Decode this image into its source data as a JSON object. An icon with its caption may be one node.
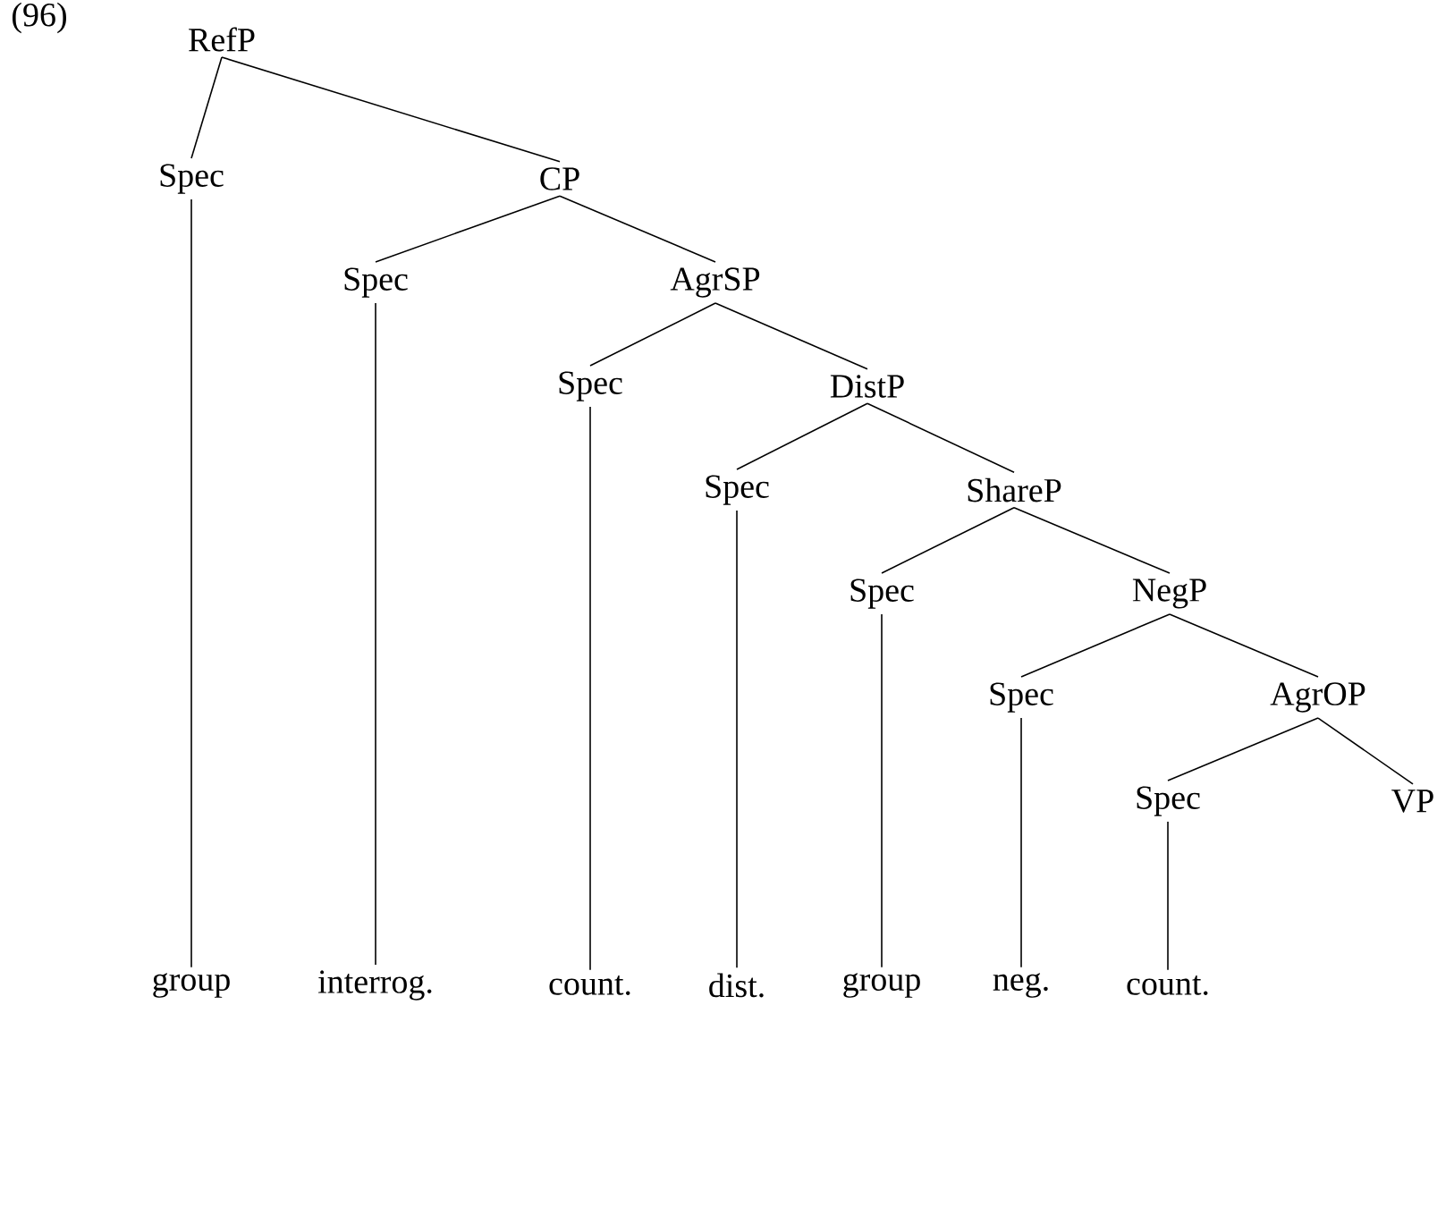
{
  "diagram": {
    "nodes": [
      {
        "text": [
          "RefP"
        ]
      },
      {
        "text": [
          "Spec"
        ]
      },
      {
        "text": [
          "CP"
        ]
      },
      {
        "text": [
          "Spec"
        ]
      },
      {
        "text": [
          "AgrSP"
        ]
      },
      {
        "text": [
          "Spec"
        ]
      },
      {
        "text": [
          "DistP"
        ]
      },
      {
        "text": [
          "Spec"
        ]
      },
      {
        "text": [
          "ShareP"
        ]
      },
      {
        "text": [
          "Spec"
        ]
      },
      {
        "text": [
          "NegP"
        ]
      },
      {
        "text": [
          "Spec"
        ]
      },
      {
        "text": [
          "AgrOP"
        ]
      },
      {
        "text": [
          "Spec"
        ]
      },
      {
        "text": [
          "VP"
        ]
      },
      {
        "text": [
          "group"
        ]
      },
      {
        "text": [
          "interrog."
        ]
      },
      {
        "text": [
          "count."
        ]
      },
      {
        "text": [
          "dist."
        ]
      },
      {
        "text": [
          "group"
        ]
      },
      {
        "text": [
          "neg."
        ]
      },
      {
        "text": [
          "count."
        ]
      }
    ],
    "edges": [
      {
        "from": 0,
        "to": 1,
        "arrow": "none"
      },
      {
        "from": 0,
        "to": 2,
        "arrow": "none"
      },
      {
        "from": 1,
        "to": 15,
        "arrow": "none"
      },
      {
        "from": 2,
        "to": 3,
        "arrow": "none"
      },
      {
        "from": 2,
        "to": 4,
        "arrow": "none"
      },
      {
        "from": 3,
        "to": 16,
        "arrow": "none"
      },
      {
        "from": 4,
        "to": 5,
        "arrow": "none"
      },
      {
        "from": 4,
        "to": 6,
        "arrow": "none"
      },
      {
        "from": 5,
        "to": 17,
        "arrow": "none"
      },
      {
        "from": 6,
        "to": 7,
        "arrow": "none"
      },
      {
        "from": 6,
        "to": 8,
        "arrow": "none"
      },
      {
        "from": 7,
        "to": 18,
        "arrow": "none"
      },
      {
        "from": 8,
        "to": 9,
        "arrow": "none"
      },
      {
        "from": 8,
        "to": 10,
        "arrow": "none"
      },
      {
        "from": 9,
        "to": 19,
        "arrow": "none"
      },
      {
        "from": 10,
        "to": 11,
        "arrow": "none"
      },
      {
        "from": 10,
        "to": 12,
        "arrow": "none"
      },
      {
        "from": 11,
        "to": 20,
        "arrow": "none"
      },
      {
        "from": 12,
        "to": 13,
        "arrow": "none"
      },
      {
        "from": 12,
        "to": 14,
        "arrow": "none"
      },
      {
        "from": 13,
        "to": 21,
        "arrow": "none"
      }
    ],
    "labels": [
      "(96)"
    ]
  }
}
